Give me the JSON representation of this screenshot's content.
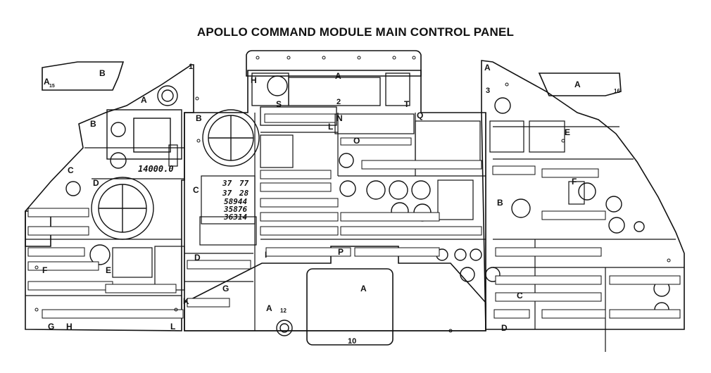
{
  "title": "APOLLO COMMAND MODULE MAIN CONTROL PANEL",
  "panel_labels": {
    "a15": "A",
    "a15_sub": "15",
    "a15_b": "B",
    "a_left": "A",
    "b_left": "B",
    "c_left": "C",
    "d_left": "D",
    "e_left": "E",
    "f_left": "F",
    "g_left": "G",
    "h_left": "H",
    "k_left": "K",
    "l_left": "L",
    "b_center": "B",
    "c_center": "C",
    "d_center": "D",
    "g_center": "G",
    "h_top": "H",
    "s_top": "S",
    "a_top": "A",
    "t_top": "T",
    "l_center": "L",
    "n_center": "N",
    "q_center": "Q",
    "o_center": "O",
    "i_center": "I",
    "p_center": "P",
    "a12": "A",
    "a12_sub": "12",
    "a_bottom": "A",
    "a_right_top": "A",
    "a16_sub": "16",
    "a_right_small": "A",
    "e_right": "E",
    "b_right": "B",
    "f_right": "F",
    "c_right": "C",
    "d_right": "D"
  },
  "panel_numbers": {
    "n1": "1",
    "n2": "2",
    "n3": "3",
    "n10": "10"
  },
  "readouts": {
    "altimeter": "14000.0",
    "dsky_r1": "37",
    "dsky_r1b": "77",
    "dsky_r2": "37",
    "dsky_r2b": "28",
    "dsky_r3": "58944",
    "dsky_r4": "35876",
    "dsky_r5": "36314"
  }
}
